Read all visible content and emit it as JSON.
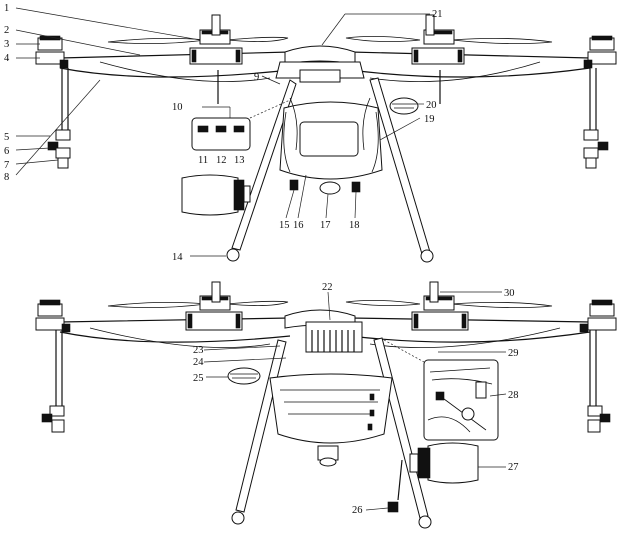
{
  "figure": {
    "top_view_labels": [
      {
        "id": "1",
        "text": "1"
      },
      {
        "id": "2",
        "text": "2"
      },
      {
        "id": "3",
        "text": "3"
      },
      {
        "id": "4",
        "text": "4"
      },
      {
        "id": "5",
        "text": "5"
      },
      {
        "id": "6",
        "text": "6"
      },
      {
        "id": "7",
        "text": "7"
      },
      {
        "id": "8",
        "text": "8"
      },
      {
        "id": "9",
        "text": "9"
      },
      {
        "id": "10",
        "text": "10"
      },
      {
        "id": "11",
        "text": "11"
      },
      {
        "id": "12",
        "text": "12"
      },
      {
        "id": "13",
        "text": "13"
      },
      {
        "id": "14",
        "text": "14"
      },
      {
        "id": "15",
        "text": "15"
      },
      {
        "id": "16",
        "text": "16"
      },
      {
        "id": "17",
        "text": "17"
      },
      {
        "id": "18",
        "text": "18"
      },
      {
        "id": "19",
        "text": "19"
      },
      {
        "id": "20",
        "text": "20"
      },
      {
        "id": "21",
        "text": "21"
      }
    ],
    "bottom_view_labels": [
      {
        "id": "22",
        "text": "22"
      },
      {
        "id": "23",
        "text": "23"
      },
      {
        "id": "24",
        "text": "24"
      },
      {
        "id": "25",
        "text": "25"
      },
      {
        "id": "26",
        "text": "26"
      },
      {
        "id": "27",
        "text": "27"
      },
      {
        "id": "28",
        "text": "28"
      },
      {
        "id": "29",
        "text": "29"
      },
      {
        "id": "30",
        "text": "30"
      }
    ]
  }
}
